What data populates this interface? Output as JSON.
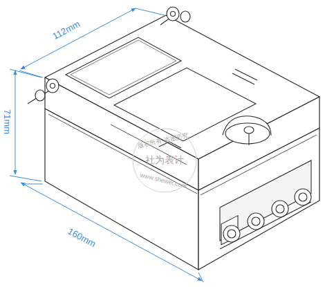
{
  "diagram": {
    "labels": [
      "112mm",
      "71mm",
      "160mm",
      "版权所有·盗图必究",
      "社为表计",
      "www.shewei.com"
    ]
  }
}
